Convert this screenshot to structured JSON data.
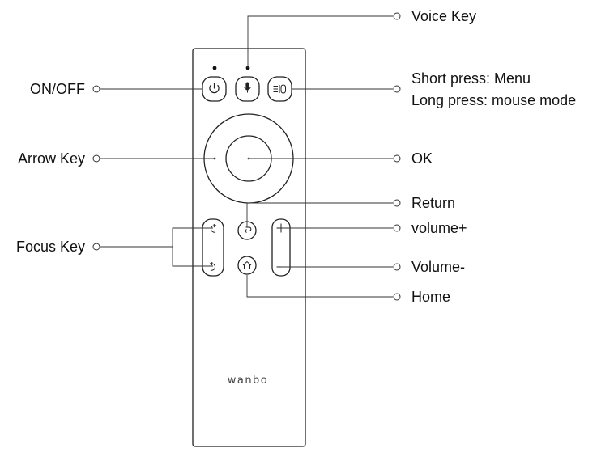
{
  "labels": {
    "voice_key": "Voice Key",
    "on_off": "ON/OFF",
    "menu_short": "Short press: Menu",
    "menu_long": "Long press: mouse mode",
    "arrow_key": "Arrow Key",
    "ok": "OK",
    "return": "Return",
    "volume_up": "volume+",
    "focus_key": "Focus Key",
    "volume_down": "Volume-",
    "home": "Home"
  },
  "remote": {
    "brand": "wanbo"
  },
  "icons": {
    "power": "power-icon",
    "mic": "microphone-icon",
    "menu": "menu-icon",
    "return": "return-arrow-icon",
    "home": "home-icon",
    "focus_up": "rotate-clockwise-icon",
    "focus_down": "rotate-counterclockwise-icon",
    "volume_up": "plus-icon",
    "volume_down": "minus-icon"
  },
  "colors": {
    "line": "#333333",
    "remote_outline": "#222222"
  }
}
